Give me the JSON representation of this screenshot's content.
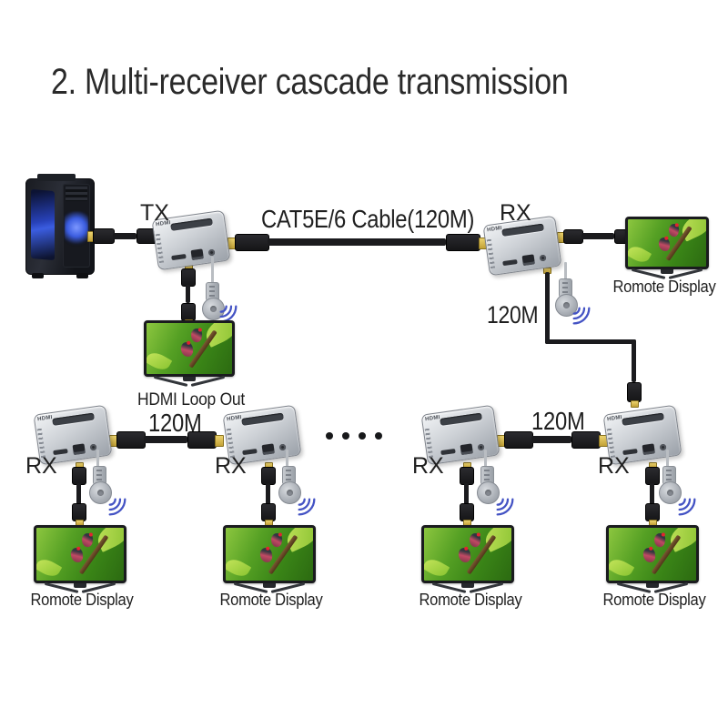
{
  "title": "2. Multi-receiver cascade transmission",
  "labels": {
    "tx": "TX",
    "rx": "RX",
    "cable": "CAT5E/6 Cable(120M)",
    "distance": "120M",
    "loop_out": "HDMI Loop Out",
    "remote_display": "Romote Display",
    "hdmi_logo": "HDMI"
  },
  "colors": {
    "wifi_arc": "#4453c4",
    "connector_gold": "#d8b64a",
    "cable_black": "#1b1b1e",
    "extender_silver": "#c6cad0",
    "pc_led_blue": "#3b5de0",
    "screen_green": "#4f9a1f",
    "title_text": "#2a2a2a"
  }
}
